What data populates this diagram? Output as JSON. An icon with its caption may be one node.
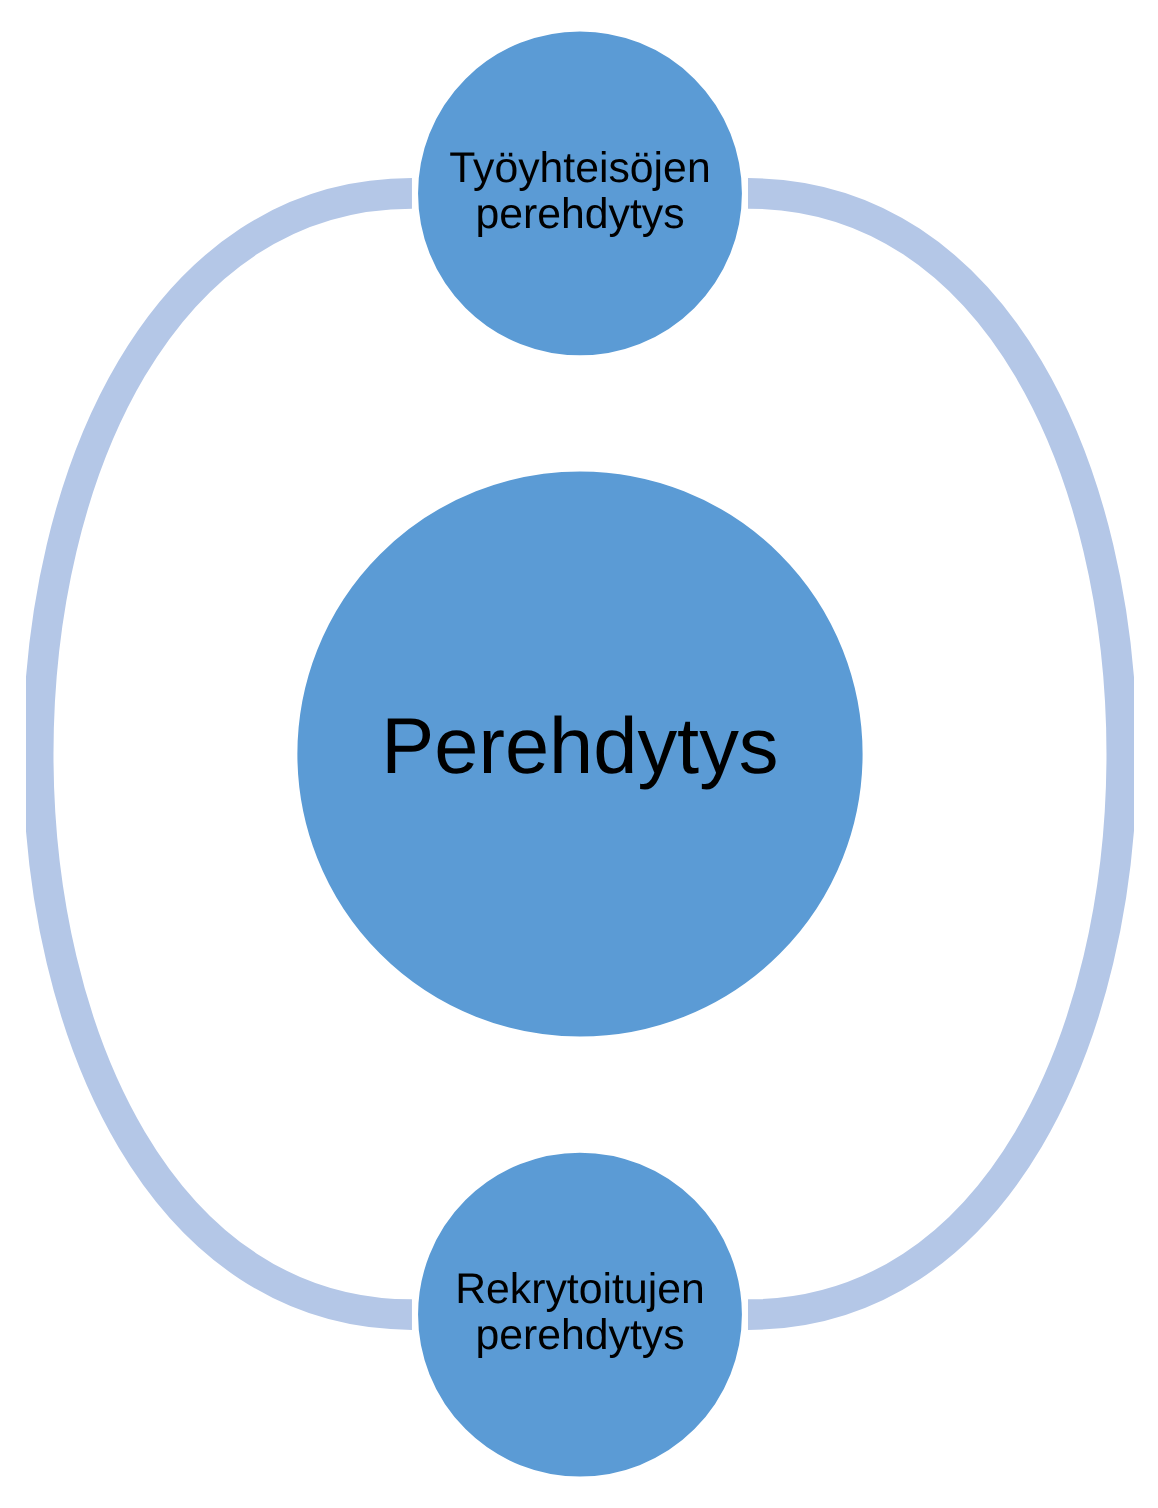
{
  "diagram": {
    "nodes": [
      {
        "text": [
          "Työyhteisöjen perehdytys"
        ]
      },
      {
        "text": [
          "Perehdytys"
        ]
      },
      {
        "text": [
          "Rekrytoitujen perehdytys"
        ]
      }
    ],
    "edges": [
      {
        "from": 0,
        "to": 2,
        "arrow": "none"
      },
      {
        "from": 0,
        "to": 2,
        "arrow": "none"
      }
    ]
  }
}
